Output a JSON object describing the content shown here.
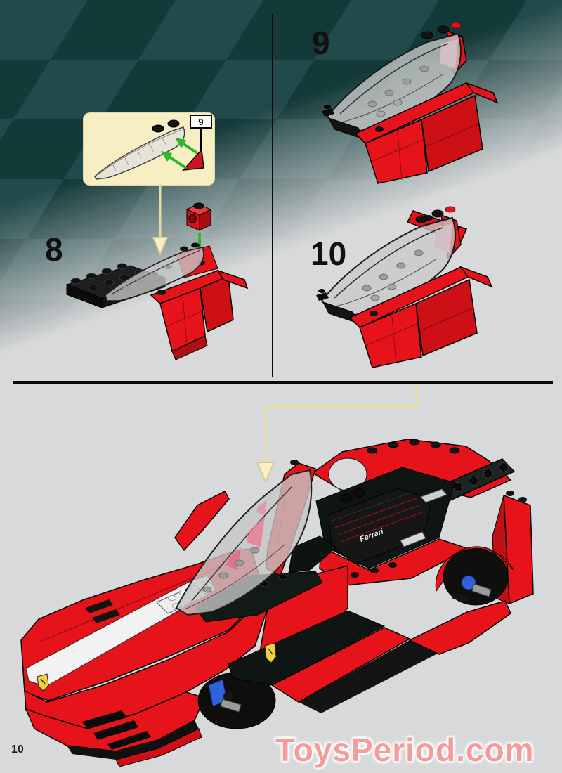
{
  "page": {
    "number": "10",
    "watermark": "ToysPeriod.com",
    "background_color": "#d8d9da"
  },
  "theme": {
    "lego_red": "#e6141a",
    "teal_dark": "#15403f",
    "callout_cream": "#f7efc3",
    "arrow_green": "#2eb82e",
    "arrow_yellow": "#e9d9a2",
    "watermark_pink": "#f49c9c",
    "divider_black": "#0a0a0a"
  },
  "steps": [
    {
      "label": "8"
    },
    {
      "label": "9"
    },
    {
      "label": "10"
    }
  ],
  "inset": {
    "callout_label": "9"
  },
  "car": {
    "engine_text": "Ferrari"
  },
  "icons": {
    "connector_arrow": "down-arrow-icon",
    "placement_arrow": "green-arrow-icon",
    "brand_badge": "ferrari-shield-icon"
  }
}
